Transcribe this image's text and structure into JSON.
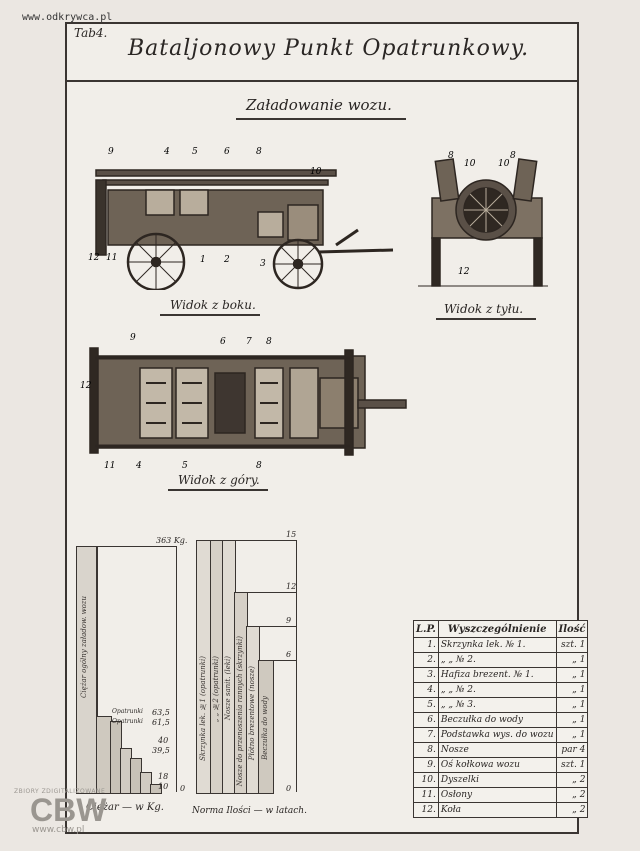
{
  "watermark_top": "www.odkrywca.pl",
  "plate": {
    "tab_label": "Tab4.",
    "title": "Bataljonowy Punkt Opatrunkowy.",
    "subtitle": "Załadowanie wozu."
  },
  "views": {
    "side": "Widok z boku.",
    "rear": "Widok z tyłu.",
    "top": "Widok z góry."
  },
  "weight_chart": {
    "max_label": "363 Kg.",
    "caption": "Ciężar — w Kg.",
    "total_label": "Ciężar ogólny załadow. wozu",
    "values": [
      "63,5",
      "61,5",
      "40",
      "39,5",
      "18",
      "10"
    ],
    "value_labels": [
      "Opatrunki",
      "Opatrunki"
    ],
    "axis_zero": "0"
  },
  "norm_chart": {
    "caption": "Norma Ilości — w latach.",
    "ticks": [
      "15",
      "12",
      "9",
      "6",
      "0"
    ],
    "bar_labels": [
      "Skrzynka lek. №1 (opatrunki)",
      "„ „ №2 (opatrunki)",
      "Nosze sanit. (leki)",
      "Nosze do przenoszenia rannych (skrzynki)",
      "Płótno brezentowe (nosze)",
      "Beczułka do wody"
    ]
  },
  "table": {
    "headers": [
      "L.P.",
      "Wyszczególnienie",
      "Ilość"
    ],
    "rows": [
      {
        "lp": "1.",
        "name": "Skrzynka lek. № 1.",
        "qty": "szt. 1"
      },
      {
        "lp": "2.",
        "name": "„ „ № 2.",
        "qty": "„ 1"
      },
      {
        "lp": "3.",
        "name": "Hafiza brezent. № 1.",
        "qty": "„ 1"
      },
      {
        "lp": "4.",
        "name": "„ „ № 2.",
        "qty": "„ 1"
      },
      {
        "lp": "5.",
        "name": "„ „ № 3.",
        "qty": "„ 1"
      },
      {
        "lp": "6.",
        "name": "Beczułka do wody",
        "qty": "„ 1"
      },
      {
        "lp": "7.",
        "name": "Podstawka wys. do wozu",
        "qty": "„ 1"
      },
      {
        "lp": "8.",
        "name": "Nosze",
        "qty": "par 4"
      },
      {
        "lp": "9.",
        "name": "Oś kołkowa wozu",
        "qty": "szt. 1"
      },
      {
        "lp": "10.",
        "name": "Dyszelki",
        "qty": "„ 2"
      },
      {
        "lp": "11.",
        "name": "Osłony",
        "qty": "„ 2"
      },
      {
        "lp": "12.",
        "name": "Koła",
        "qty": "„ 2"
      }
    ]
  },
  "watermark_bottom": {
    "brand": "CBW",
    "small": "ZBIORY ZDIGITALIZOWANE",
    "url": "www.cbw.pl"
  }
}
